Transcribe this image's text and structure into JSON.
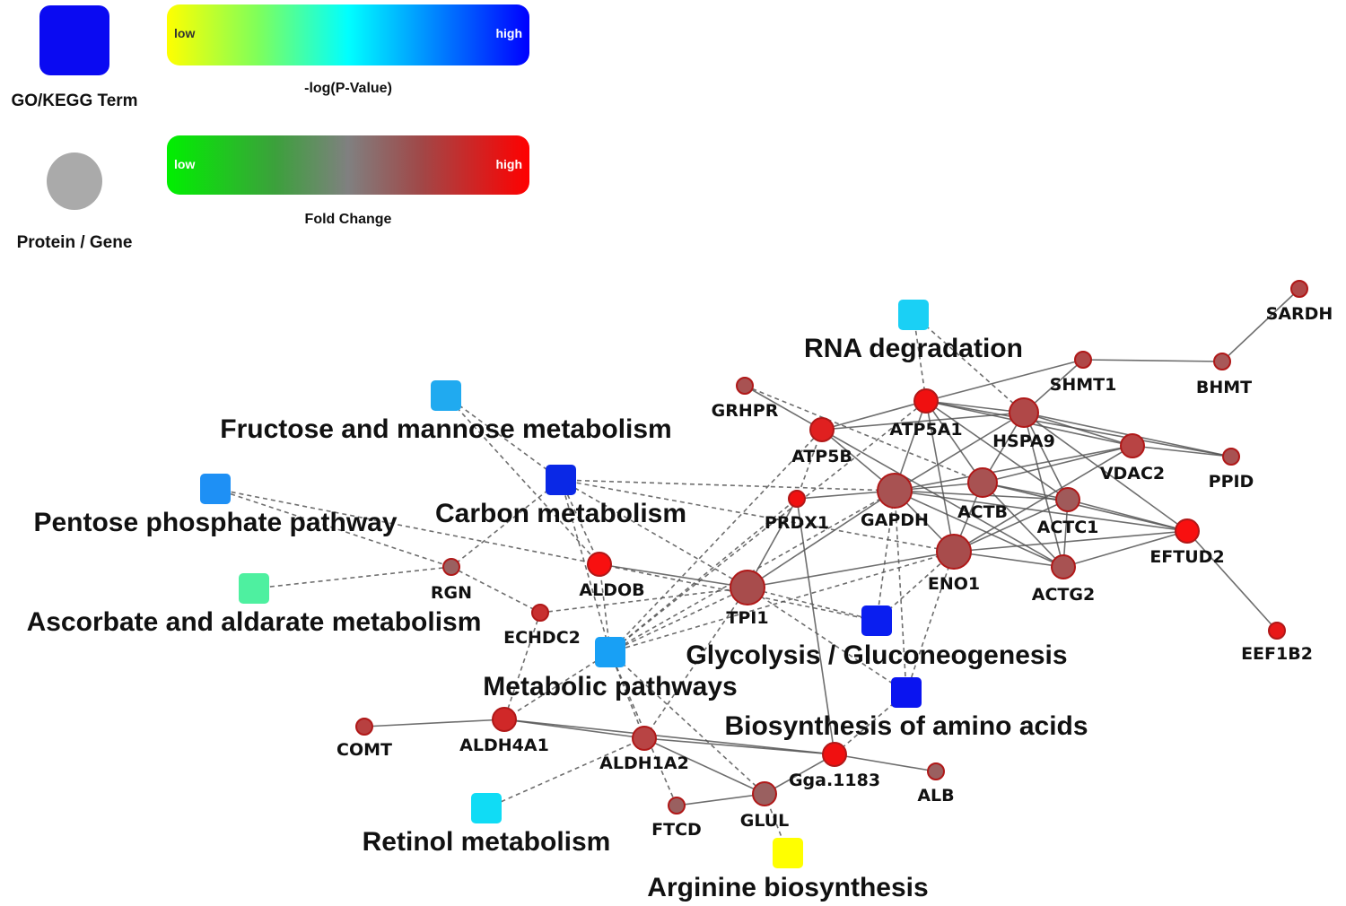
{
  "legend": {
    "term_label": "GO/KEGG Term",
    "gene_label": "Protein / Gene",
    "pvalue_bar": {
      "low": "low",
      "high": "high",
      "title": "-log(P-Value)"
    },
    "fold_bar": {
      "low": "low",
      "high": "high",
      "title": "Fold Change"
    },
    "colors": {
      "term_swatch": "#0a0af2",
      "gene_swatch": "#aaaaaa"
    }
  },
  "network": {
    "terms": [
      {
        "id": "rna_deg",
        "label": "RNA degradation",
        "color": "#1ad0f5"
      },
      {
        "id": "fructose",
        "label": "Fructose and mannose metabolism",
        "color": "#20aaf0"
      },
      {
        "id": "pentose",
        "label": "Pentose phosphate pathway",
        "color": "#1e90f5"
      },
      {
        "id": "carbon",
        "label": "Carbon metabolism",
        "color": "#0a28e6"
      },
      {
        "id": "ascorbate",
        "label": "Ascorbate and aldarate metabolism",
        "color": "#4ef0a0"
      },
      {
        "id": "metabolic",
        "label": "Metabolic pathways",
        "color": "#18a0f5"
      },
      {
        "id": "glycolysis",
        "label": "Glycolysis / Gluconeogenesis",
        "color": "#0a1ef0"
      },
      {
        "id": "biosynth",
        "label": "Biosynthesis of amino acids",
        "color": "#0a14f0"
      },
      {
        "id": "retinol",
        "label": "Retinol metabolism",
        "color": "#10dcf5"
      },
      {
        "id": "arginine",
        "label": "Arginine biosynthesis",
        "color": "#ffff00"
      }
    ],
    "genes": [
      {
        "id": "SARDH",
        "label": "SARDH",
        "color": "#b04848",
        "size": "small"
      },
      {
        "id": "BHMT",
        "label": "BHMT",
        "color": "#a85858",
        "size": "small"
      },
      {
        "id": "SHMT1",
        "label": "SHMT1",
        "color": "#b04848",
        "size": "small"
      },
      {
        "id": "GRHPR",
        "label": "GRHPR",
        "color": "#a85252",
        "size": "small"
      },
      {
        "id": "ATP5A1",
        "label": "ATP5A1",
        "color": "#f01010",
        "size": "medium"
      },
      {
        "id": "ATP5B",
        "label": "ATP5B",
        "color": "#e02020",
        "size": "medium"
      },
      {
        "id": "HSPA9",
        "label": "HSPA9",
        "color": "#b04848",
        "size": "large"
      },
      {
        "id": "VDAC2",
        "label": "VDAC2",
        "color": "#b84444",
        "size": "medium"
      },
      {
        "id": "PPID",
        "label": "PPID",
        "color": "#a85252",
        "size": "small"
      },
      {
        "id": "PRDX1",
        "label": "PRDX1",
        "color": "#f01010",
        "size": "small"
      },
      {
        "id": "GAPDH",
        "label": "GAPDH",
        "color": "#a85252",
        "size": "xlarge"
      },
      {
        "id": "ACTB",
        "label": "ACTB",
        "color": "#a85252",
        "size": "large"
      },
      {
        "id": "ACTC1",
        "label": "ACTC1",
        "color": "#a05a5a",
        "size": "medium"
      },
      {
        "id": "EFTUD2",
        "label": "EFTUD2",
        "color": "#f81010",
        "size": "medium"
      },
      {
        "id": "ENO1",
        "label": "ENO1",
        "color": "#a84c4c",
        "size": "xlarge"
      },
      {
        "id": "ACTG2",
        "label": "ACTG2",
        "color": "#a85252",
        "size": "medium"
      },
      {
        "id": "EEF1B2",
        "label": "EEF1B2",
        "color": "#e81818",
        "size": "small"
      },
      {
        "id": "RGN",
        "label": "RGN",
        "color": "#9a6060",
        "size": "small"
      },
      {
        "id": "ALDOB",
        "label": "ALDOB",
        "color": "#f81010",
        "size": "medium"
      },
      {
        "id": "TPI1",
        "label": "TPI1",
        "color": "#a84c4c",
        "size": "xlarge"
      },
      {
        "id": "ECHDC2",
        "label": "ECHDC2",
        "color": "#c83030",
        "size": "small"
      },
      {
        "id": "COMT",
        "label": "COMT",
        "color": "#b84040",
        "size": "small"
      },
      {
        "id": "ALDH4A1",
        "label": "ALDH4A1",
        "color": "#d02828",
        "size": "medium"
      },
      {
        "id": "ALDH1A2",
        "label": "ALDH1A2",
        "color": "#b84444",
        "size": "medium"
      },
      {
        "id": "Gga1183",
        "label": "Gga.1183",
        "color": "#f01010",
        "size": "medium"
      },
      {
        "id": "ALB",
        "label": "ALB",
        "color": "#9a6060",
        "size": "small"
      },
      {
        "id": "FTCD",
        "label": "FTCD",
        "color": "#9a6060",
        "size": "small"
      },
      {
        "id": "GLUL",
        "label": "GLUL",
        "color": "#9a6060",
        "size": "medium"
      }
    ],
    "edges_solid": [
      [
        "SARDH",
        "BHMT"
      ],
      [
        "BHMT",
        "SHMT1"
      ],
      [
        "SHMT1",
        "ATP5A1"
      ],
      [
        "SHMT1",
        "HSPA9"
      ],
      [
        "ATP5A1",
        "ATP5B"
      ],
      [
        "ATP5A1",
        "HSPA9"
      ],
      [
        "ATP5A1",
        "VDAC2"
      ],
      [
        "ATP5A1",
        "GAPDH"
      ],
      [
        "ATP5A1",
        "ENO1"
      ],
      [
        "ATP5A1",
        "ACTB"
      ],
      [
        "ATP5A1",
        "ACTC1"
      ],
      [
        "ATP5A1",
        "PPID"
      ],
      [
        "ATP5B",
        "HSPA9"
      ],
      [
        "ATP5B",
        "GAPDH"
      ],
      [
        "ATP5B",
        "ACTG2"
      ],
      [
        "GRHPR",
        "ATP5B"
      ],
      [
        "HSPA9",
        "VDAC2"
      ],
      [
        "HSPA9",
        "GAPDH"
      ],
      [
        "HSPA9",
        "ACTB"
      ],
      [
        "HSPA9",
        "ACTC1"
      ],
      [
        "HSPA9",
        "EFTUD2"
      ],
      [
        "HSPA9",
        "PPID"
      ],
      [
        "HSPA9",
        "ACTG2"
      ],
      [
        "VDAC2",
        "PPID"
      ],
      [
        "VDAC2",
        "ACTB"
      ],
      [
        "VDAC2",
        "GAPDH"
      ],
      [
        "VDAC2",
        "ENO1"
      ],
      [
        "PRDX1",
        "GAPDH"
      ],
      [
        "GAPDH",
        "ACTB"
      ],
      [
        "GAPDH",
        "ACTC1"
      ],
      [
        "GAPDH",
        "ENO1"
      ],
      [
        "GAPDH",
        "ACTG2"
      ],
      [
        "GAPDH",
        "EFTUD2"
      ],
      [
        "GAPDH",
        "TPI1"
      ],
      [
        "ACTB",
        "ACTC1"
      ],
      [
        "ACTB",
        "ENO1"
      ],
      [
        "ACTB",
        "EFTUD2"
      ],
      [
        "ACTB",
        "ACTG2"
      ],
      [
        "ACTC1",
        "EFTUD2"
      ],
      [
        "ACTC1",
        "ENO1"
      ],
      [
        "ACTC1",
        "ACTG2"
      ],
      [
        "ENO1",
        "EFTUD2"
      ],
      [
        "ENO1",
        "ACTG2"
      ],
      [
        "ENO1",
        "TPI1"
      ],
      [
        "ACTG2",
        "EFTUD2"
      ],
      [
        "EFTUD2",
        "EEF1B2"
      ],
      [
        "TPI1",
        "ALDOB"
      ],
      [
        "TPI1",
        "PRDX1"
      ],
      [
        "COMT",
        "ALDH4A1"
      ],
      [
        "ALDH4A1",
        "ALDH1A2"
      ],
      [
        "ALDH4A1",
        "Gga1183"
      ],
      [
        "ALDH1A2",
        "GLUL"
      ],
      [
        "ALDH1A2",
        "Gga1183"
      ],
      [
        "FTCD",
        "GLUL"
      ],
      [
        "GLUL",
        "Gga1183"
      ],
      [
        "Gga1183",
        "ALB"
      ],
      [
        "PRDX1",
        "Gga1183"
      ]
    ],
    "edges_dashed": [
      [
        "rna_deg",
        "ATP5A1"
      ],
      [
        "rna_deg",
        "HSPA9"
      ],
      [
        "fructose",
        "carbon"
      ],
      [
        "fructose",
        "ALDOB"
      ],
      [
        "pentose",
        "RGN"
      ],
      [
        "pentose",
        "ALDOB"
      ],
      [
        "carbon",
        "RGN"
      ],
      [
        "carbon",
        "ALDOB"
      ],
      [
        "carbon",
        "TPI1"
      ],
      [
        "carbon",
        "GAPDH"
      ],
      [
        "carbon",
        "ENO1"
      ],
      [
        "carbon",
        "metabolic"
      ],
      [
        "ascorbate",
        "RGN"
      ],
      [
        "RGN",
        "ECHDC2"
      ],
      [
        "ECHDC2",
        "TPI1"
      ],
      [
        "ECHDC2",
        "ALDH4A1"
      ],
      [
        "ALDOB",
        "metabolic"
      ],
      [
        "ALDOB",
        "glycolysis"
      ],
      [
        "metabolic",
        "TPI1"
      ],
      [
        "metabolic",
        "GAPDH"
      ],
      [
        "metabolic",
        "ENO1"
      ],
      [
        "metabolic",
        "ATP5B"
      ],
      [
        "metabolic",
        "ATP5A1"
      ],
      [
        "metabolic",
        "ALDH4A1"
      ],
      [
        "metabolic",
        "ALDH1A2"
      ],
      [
        "metabolic",
        "GLUL"
      ],
      [
        "metabolic",
        "FTCD"
      ],
      [
        "metabolic",
        "PRDX1"
      ],
      [
        "glycolysis",
        "TPI1"
      ],
      [
        "glycolysis",
        "GAPDH"
      ],
      [
        "glycolysis",
        "ENO1"
      ],
      [
        "biosynth",
        "TPI1"
      ],
      [
        "biosynth",
        "GAPDH"
      ],
      [
        "biosynth",
        "ENO1"
      ],
      [
        "biosynth",
        "Gga1183"
      ],
      [
        "retinol",
        "ALDH1A2"
      ],
      [
        "GLUL",
        "arginine"
      ],
      [
        "TPI1",
        "ALDH1A2"
      ],
      [
        "ATP5B",
        "PRDX1"
      ],
      [
        "GRHPR",
        "ACTB"
      ]
    ]
  }
}
